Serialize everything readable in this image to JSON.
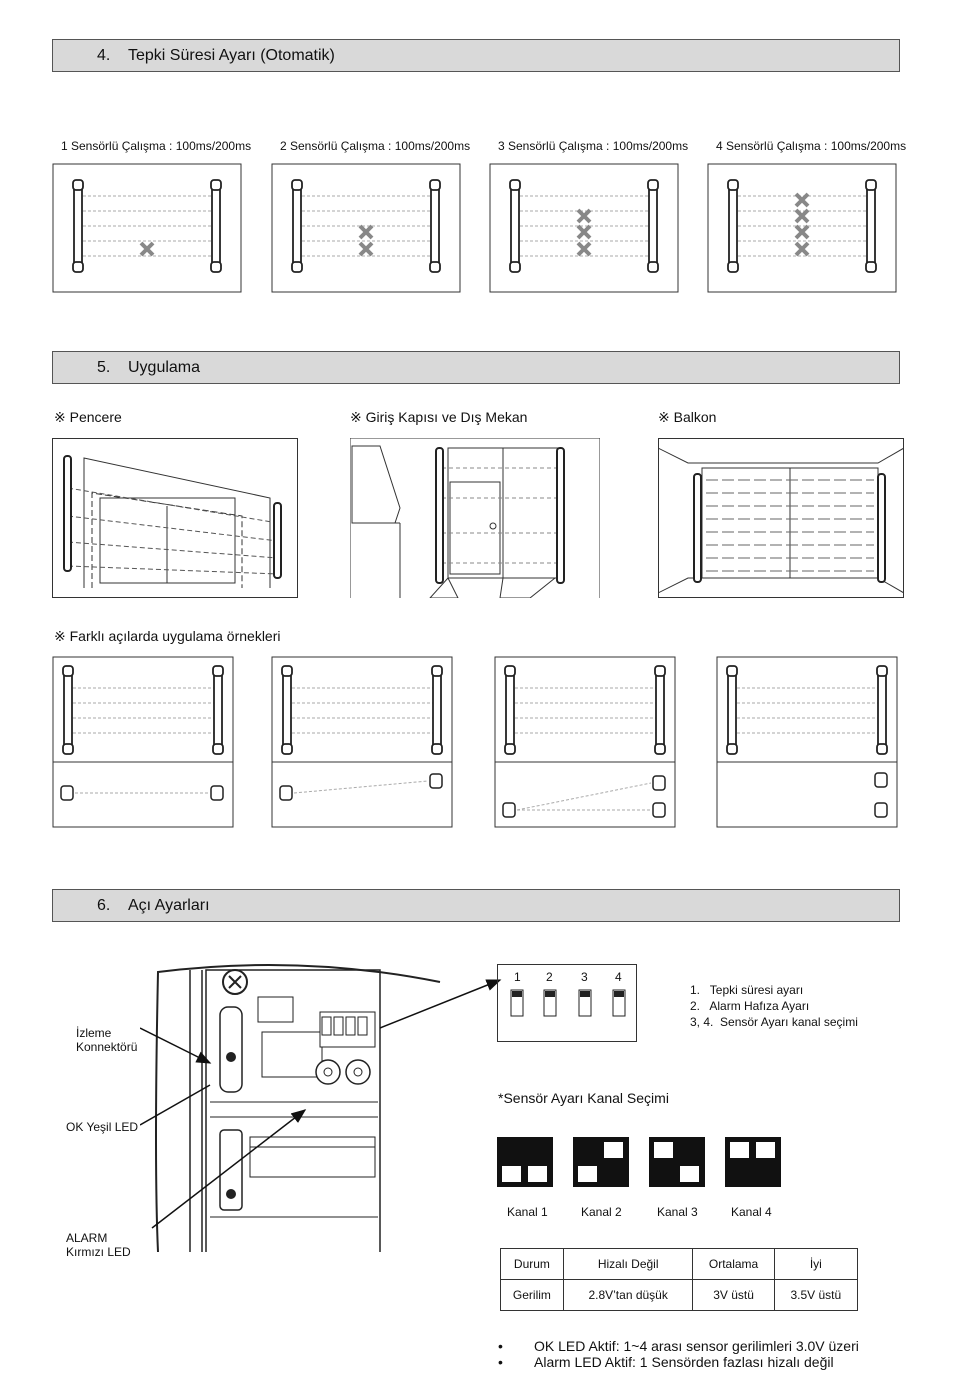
{
  "section4": {
    "number": "4.",
    "title": "Tepki Süresi Ayarı (Otomatik)"
  },
  "sensor_modes": [
    "1 Sensörlü Çalışma : 100ms/200ms",
    "2 Sensörlü Çalışma : 100ms/200ms",
    "3 Sensörlü Çalışma : 100ms/200ms",
    "4 Sensörlü Çalışma : 100ms/200ms"
  ],
  "section5": {
    "number": "5.",
    "title": "Uygulama"
  },
  "applications": [
    "※ Pencere",
    "※ Giriş Kapısı ve Dış Mekan",
    "※ Balkon"
  ],
  "angles_note": "※ Farklı açılarda uygulama örnekleri",
  "section6": {
    "number": "6.",
    "title": "Açı Ayarları"
  },
  "labels": {
    "izleme_line1": "İzleme",
    "izleme_line2": "Konnektörü",
    "ok_led": "OK Yeşil LED",
    "alarm_line1": "ALARM",
    "alarm_line2": "Kırmızı LED"
  },
  "dip_numbers": [
    "1",
    "2",
    "3",
    "4"
  ],
  "dip_legend": [
    "1.   Tepki süresi ayarı",
    "2.   Alarm Hafıza Ayarı",
    "3, 4.  Sensör Ayarı kanal seçimi"
  ],
  "channel_title": "*Sensör Ayarı Kanal Seçimi",
  "channels": [
    "Kanal 1",
    "Kanal 2",
    "Kanal 3",
    "Kanal 4"
  ],
  "status_table": {
    "header": [
      "Durum",
      "Hizalı Değil",
      "Ortalama",
      "İyi"
    ],
    "row": [
      "Gerilim",
      "2.8V’tan düşük",
      "3V üstü",
      "3.5V üstü"
    ]
  },
  "bullets": [
    "OK LED Aktif: 1~4 arası sensor gerilimleri  3.0V üzeri",
    "Alarm LED Aktif: 1 Sensörden fazlası hizalı değil"
  ],
  "bullet_char": "•"
}
